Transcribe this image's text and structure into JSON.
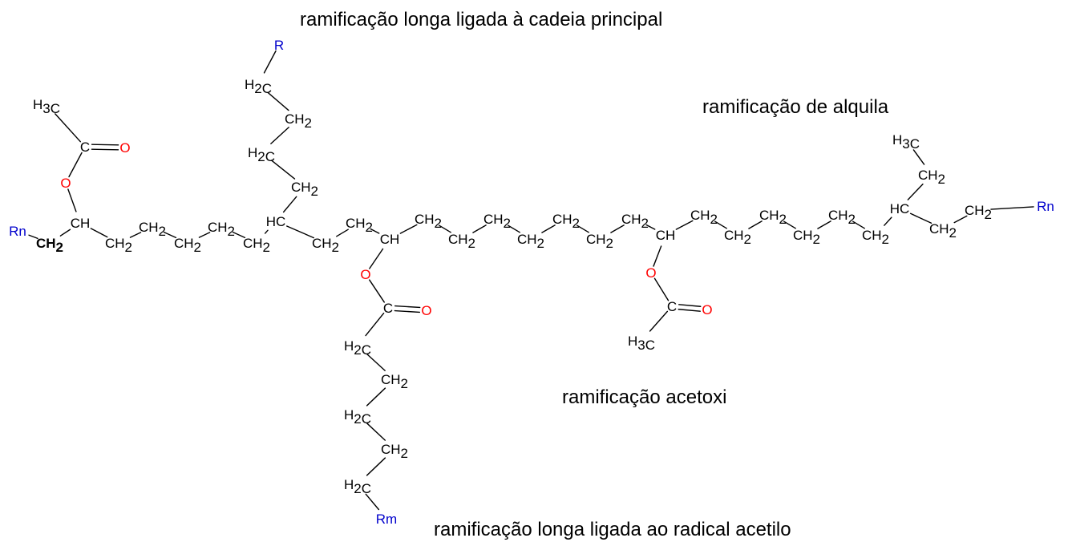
{
  "captions": {
    "long_branch_main": "ramificação longa ligada à cadeia principal",
    "alkyl_branch": "ramificação de alquila",
    "acetoxy_branch": "ramificação acetoxi",
    "long_branch_acetyl": "ramificação longa ligada ao radical acetilo"
  },
  "colors": {
    "bond": "#000000",
    "oxygen": "#ff0000",
    "r_group": "#0000cc"
  },
  "atoms": [
    {
      "id": "rn_left",
      "t": "Rn",
      "c": "r_group"
    },
    {
      "id": "ch2_end",
      "t": "CH2",
      "bold": true
    },
    {
      "id": "ch_ac1",
      "t": "CH"
    },
    {
      "id": "o_ac1",
      "t": "O",
      "c": "oxygen"
    },
    {
      "id": "c_ac1",
      "t": "C"
    },
    {
      "id": "o2_ac1",
      "t": "O",
      "c": "oxygen"
    },
    {
      "id": "h3c_ac1",
      "t": "H3C"
    },
    {
      "id": "m1",
      "t": "CH2"
    },
    {
      "id": "m2",
      "t": "CH2"
    },
    {
      "id": "m3",
      "t": "CH2"
    },
    {
      "id": "m4",
      "t": "CH2"
    },
    {
      "id": "m5",
      "t": "CH2"
    },
    {
      "id": "hc_br",
      "t": "HC"
    },
    {
      "id": "b1",
      "t": "CH2"
    },
    {
      "id": "b2",
      "t": "H2C"
    },
    {
      "id": "b3",
      "t": "CH2"
    },
    {
      "id": "b4",
      "t": "H2C"
    },
    {
      "id": "r_top",
      "t": "R",
      "c": "r_group"
    },
    {
      "id": "m6",
      "t": "CH2"
    },
    {
      "id": "m7",
      "t": "CH2"
    },
    {
      "id": "ch_ac2",
      "t": "CH"
    },
    {
      "id": "o_ac2",
      "t": "O",
      "c": "oxygen"
    },
    {
      "id": "c_ac2",
      "t": "C"
    },
    {
      "id": "o2_ac2",
      "t": "O",
      "c": "oxygen"
    },
    {
      "id": "l1",
      "t": "H2C"
    },
    {
      "id": "l2",
      "t": "CH2"
    },
    {
      "id": "l3",
      "t": "H2C"
    },
    {
      "id": "l4",
      "t": "CH2"
    },
    {
      "id": "l5",
      "t": "H2C"
    },
    {
      "id": "rm",
      "t": "Rm",
      "c": "r_group"
    },
    {
      "id": "n1",
      "t": "CH2"
    },
    {
      "id": "n2",
      "t": "CH2"
    },
    {
      "id": "n3",
      "t": "CH2"
    },
    {
      "id": "n4",
      "t": "CH2"
    },
    {
      "id": "n5",
      "t": "CH2"
    },
    {
      "id": "n6",
      "t": "CH2"
    },
    {
      "id": "n7",
      "t": "CH2"
    },
    {
      "id": "ch_ac3",
      "t": "CH"
    },
    {
      "id": "o_ac3",
      "t": "O",
      "c": "oxygen"
    },
    {
      "id": "c_ac3",
      "t": "C"
    },
    {
      "id": "o2_ac3",
      "t": "O",
      "c": "oxygen"
    },
    {
      "id": "h3c_ac3",
      "t": "H3C"
    },
    {
      "id": "p1",
      "t": "CH2"
    },
    {
      "id": "p2",
      "t": "CH2"
    },
    {
      "id": "p3",
      "t": "CH2"
    },
    {
      "id": "p4",
      "t": "CH2"
    },
    {
      "id": "p5",
      "t": "CH2"
    },
    {
      "id": "p6",
      "t": "CH2"
    },
    {
      "id": "hc_alk",
      "t": "HC"
    },
    {
      "id": "e1",
      "t": "CH2"
    },
    {
      "id": "e2",
      "t": "H3C"
    },
    {
      "id": "q1",
      "t": "CH2"
    },
    {
      "id": "q2",
      "t": "CH2"
    },
    {
      "id": "rn_right",
      "t": "Rn",
      "c": "r_group"
    }
  ]
}
